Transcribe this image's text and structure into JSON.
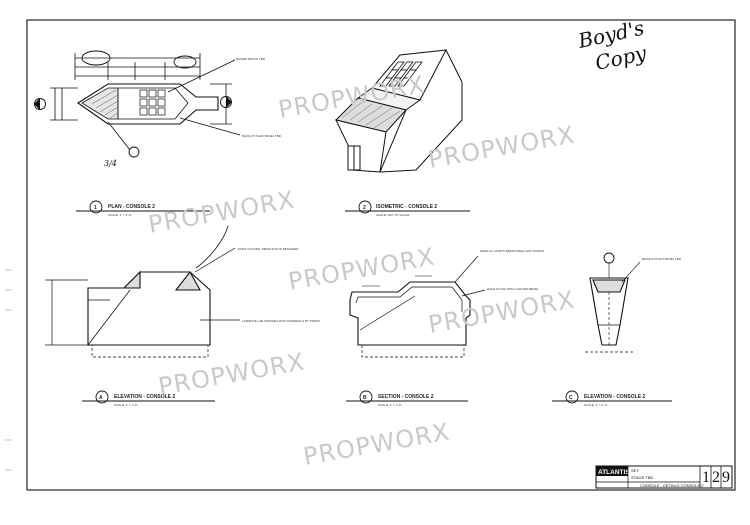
{
  "watermark": "PROPWORX",
  "handwritten": {
    "corner_note_line1": "Boyd's",
    "corner_note_line2": "Copy",
    "plan_note": "3/4"
  },
  "views": {
    "plan": {
      "number": "1",
      "title": "PLAN - CONSOLE 2",
      "scale": "SCALE: 1\" = 1'-0\""
    },
    "isometric": {
      "number": "2",
      "title": "ISOMETRIC - CONSOLE 2",
      "scale": "SCALE: NOT TO SCALE"
    },
    "elevation_a": {
      "number": "A",
      "title": "ELEVATION - CONSOLE 2",
      "scale": "SCALE: 1\" = 1'-0\""
    },
    "section_b": {
      "number": "B",
      "title": "SECTION - CONSOLE 2",
      "scale": "SCALE: 1\" = 1'-0\""
    },
    "elevation_c": {
      "number": "C",
      "title": "ELEVATION - CONSOLE 2",
      "scale": "SCALE: 1\" = 1'-0\""
    }
  },
  "notes": {
    "raised_detail": "RAISED DETAIL TBD",
    "backlit_plexi": "BACKLIT PLEXI PANEL TBD",
    "paint_colors": "PAINT COLORS: PRODUCTION DESIGNER",
    "laminate": "LAMINATE LAB FINISHES WITH MATERIALS BY PROPX",
    "make_all_parts": "MAKE ALL PARTS REMOVABLE FOR ACCESS",
    "hold_flush": "HOLD FLUSH WITH LIGHTED BEVEL",
    "backlit_c": "BACKLIT PLEXI PANEL TBD"
  },
  "title_block": {
    "logo": "ATLANTIS",
    "set_label": "SET:",
    "set_value": "STAGE TBD",
    "drawing_title": "CONSOLE - DETAILS CONSOLE 2",
    "sheet_number": "1",
    "sheet_sub": "2",
    "sheet_total": "9"
  }
}
